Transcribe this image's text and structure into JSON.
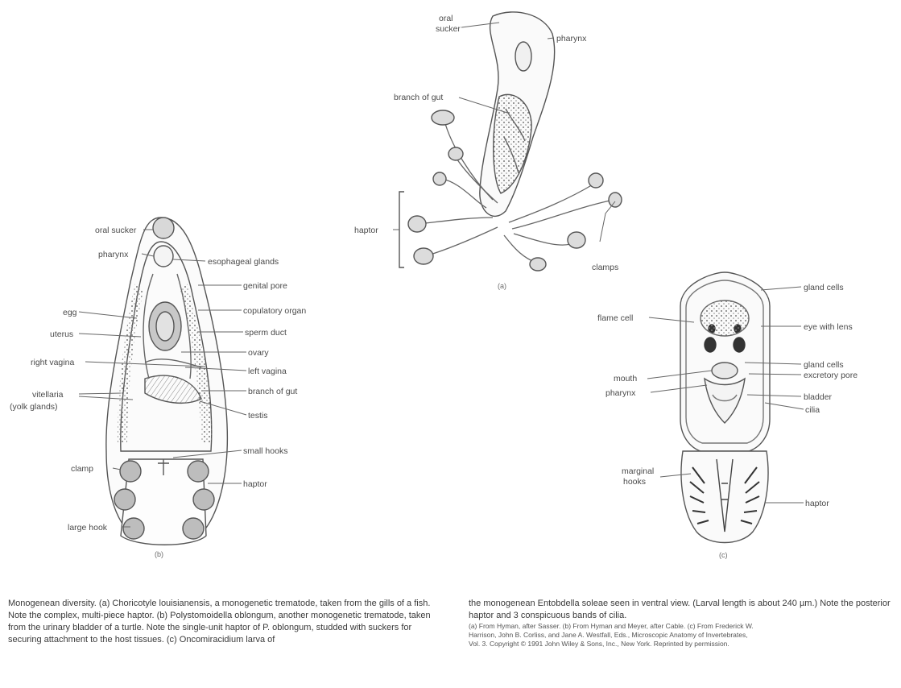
{
  "figure_a": {
    "tag": "(a)",
    "labels": {
      "oral_sucker": [
        "oral",
        "sucker"
      ],
      "pharynx": "pharynx",
      "branch_of_gut": "branch of gut",
      "haptor": "haptor",
      "clamps": "clamps"
    }
  },
  "figure_b": {
    "tag": "(b)",
    "labels": {
      "oral_sucker": "oral sucker",
      "pharynx": "pharynx",
      "esophageal_glands": "esophageal glands",
      "genital_pore": "genital pore",
      "copulatory_organ": "copulatory organ",
      "sperm_duct": "sperm duct",
      "egg": "egg",
      "uterus": "uterus",
      "ovary": "ovary",
      "right_vagina": "right vagina",
      "left_vagina": "left vagina",
      "vitellaria": [
        "vitellaria",
        "(yolk glands)"
      ],
      "branch_of_gut": "branch of gut",
      "testis": "testis",
      "small_hooks": "small hooks",
      "clamp": "clamp",
      "haptor": "haptor",
      "large_hook": "large hook"
    }
  },
  "figure_c": {
    "tag": "(c)",
    "labels": {
      "gland_cells_top": "gland cells",
      "flame_cell": "flame cell",
      "eye_with_lens": "eye with lens",
      "gland_cells": "gland cells",
      "excretory_pore": "excretory pore",
      "mouth": "mouth",
      "pharynx": "pharynx",
      "bladder": "bladder",
      "cilia": "cilia",
      "marginal_hooks": [
        "marginal",
        "hooks"
      ],
      "haptor": "haptor"
    }
  },
  "caption": {
    "left": "Monogenean diversity. (a) Choricotyle louisianensis, a monogenetic trematode, taken from the gills of a fish. Note the complex, multi-piece haptor. (b) Polystomoidella oblongum, another monogenetic trematode, taken from the urinary bladder of a turtle. Note the single-unit haptor of P. oblongum, studded with suckers for securing attachment to the host tissues. (c) Oncomiracidium larva of",
    "right": "the monogenean Entobdella soleae seen in ventral view. (Larval length is about 240 µm.) Note the posterior haptor and 3 conspicuous bands of cilia.",
    "credit_lines": [
      "(a) From Hyman, after Sasser. (b) From Hyman and Meyer, after Cable. (c) From Frederick W.",
      "Harrison, John B. Corliss, and Jane A. Westfall, Eds., Microscopic Anatomy of Invertebrates,",
      "Vol. 3. Copyright © 1991 John Wiley & Sons, Inc., New York. Reprinted by permission."
    ]
  }
}
